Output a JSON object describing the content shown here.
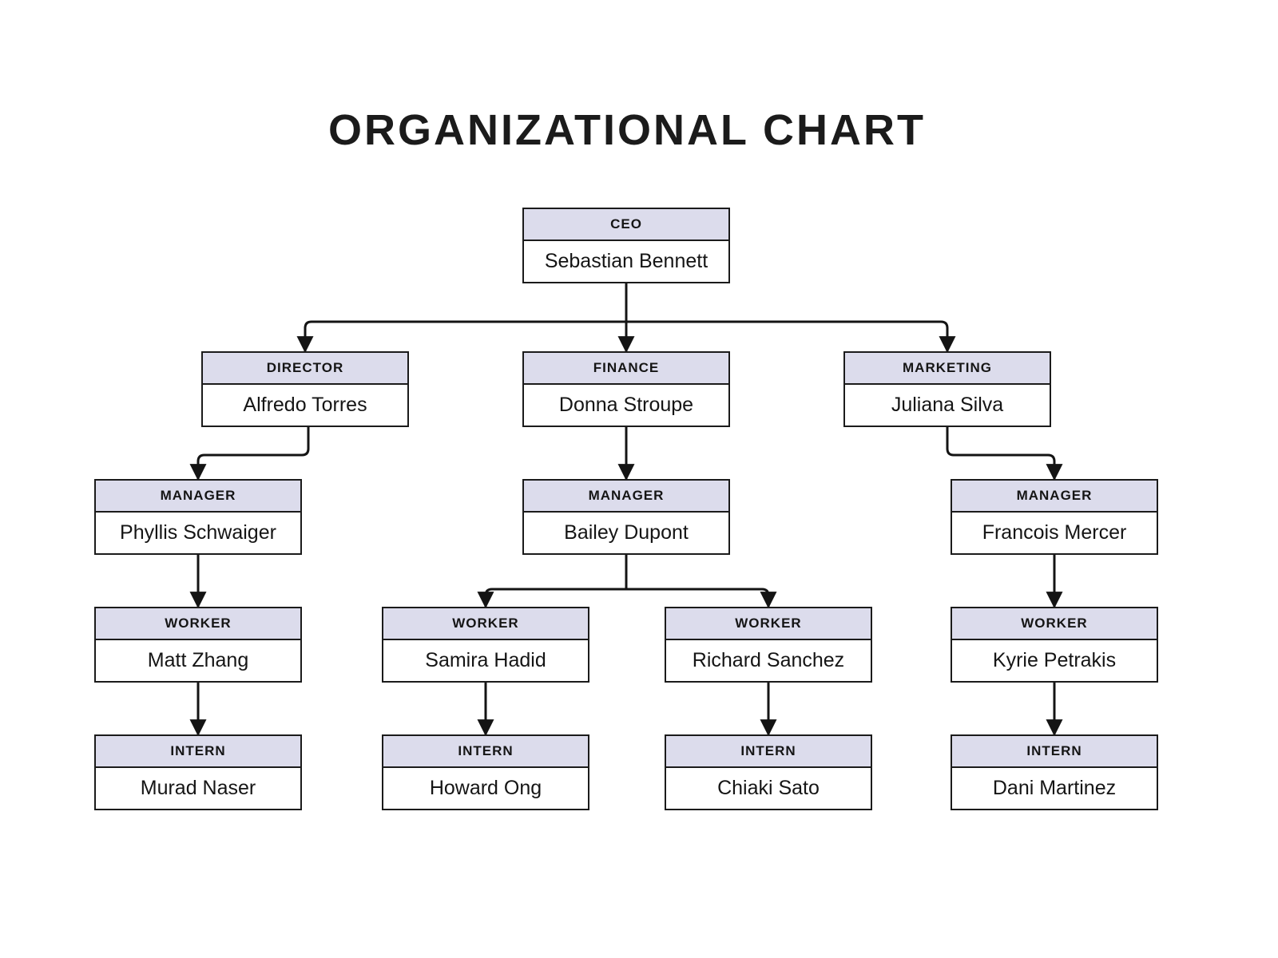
{
  "title": "ORGANIZATIONAL CHART",
  "colors": {
    "header_fill": "#dcdcec",
    "box_border": "#1b1b1b",
    "connector": "#141414",
    "background": "#ffffff",
    "text": "#151515"
  },
  "chart": {
    "type": "org-chart",
    "nodes": [
      {
        "id": "ceo",
        "role": "CEO",
        "name": "Sebastian Bennett"
      },
      {
        "id": "director",
        "role": "DIRECTOR",
        "name": "Alfredo Torres"
      },
      {
        "id": "finance",
        "role": "FINANCE",
        "name": "Donna Stroupe"
      },
      {
        "id": "marketing",
        "role": "MARKETING",
        "name": "Juliana Silva"
      },
      {
        "id": "manager-1",
        "role": "MANAGER",
        "name": "Phyllis Schwaiger"
      },
      {
        "id": "manager-2",
        "role": "MANAGER",
        "name": "Bailey Dupont"
      },
      {
        "id": "manager-3",
        "role": "MANAGER",
        "name": "Francois Mercer"
      },
      {
        "id": "worker-1",
        "role": "WORKER",
        "name": "Matt Zhang"
      },
      {
        "id": "worker-2",
        "role": "WORKER",
        "name": "Samira Hadid"
      },
      {
        "id": "worker-3",
        "role": "WORKER",
        "name": "Richard Sanchez"
      },
      {
        "id": "worker-4",
        "role": "WORKER",
        "name": "Kyrie Petrakis"
      },
      {
        "id": "intern-1",
        "role": "INTERN",
        "name": "Murad Naser"
      },
      {
        "id": "intern-2",
        "role": "INTERN",
        "name": "Howard Ong"
      },
      {
        "id": "intern-3",
        "role": "INTERN",
        "name": "Chiaki Sato"
      },
      {
        "id": "intern-4",
        "role": "INTERN",
        "name": "Dani Martinez"
      }
    ],
    "edges": [
      {
        "from": "ceo",
        "to": "director"
      },
      {
        "from": "ceo",
        "to": "finance"
      },
      {
        "from": "ceo",
        "to": "marketing"
      },
      {
        "from": "director",
        "to": "manager-1"
      },
      {
        "from": "finance",
        "to": "manager-2"
      },
      {
        "from": "marketing",
        "to": "manager-3"
      },
      {
        "from": "manager-1",
        "to": "worker-1"
      },
      {
        "from": "manager-2",
        "to": "worker-2"
      },
      {
        "from": "manager-2",
        "to": "worker-3"
      },
      {
        "from": "manager-3",
        "to": "worker-4"
      },
      {
        "from": "worker-1",
        "to": "intern-1"
      },
      {
        "from": "worker-2",
        "to": "intern-2"
      },
      {
        "from": "worker-3",
        "to": "intern-3"
      },
      {
        "from": "worker-4",
        "to": "intern-4"
      }
    ]
  }
}
